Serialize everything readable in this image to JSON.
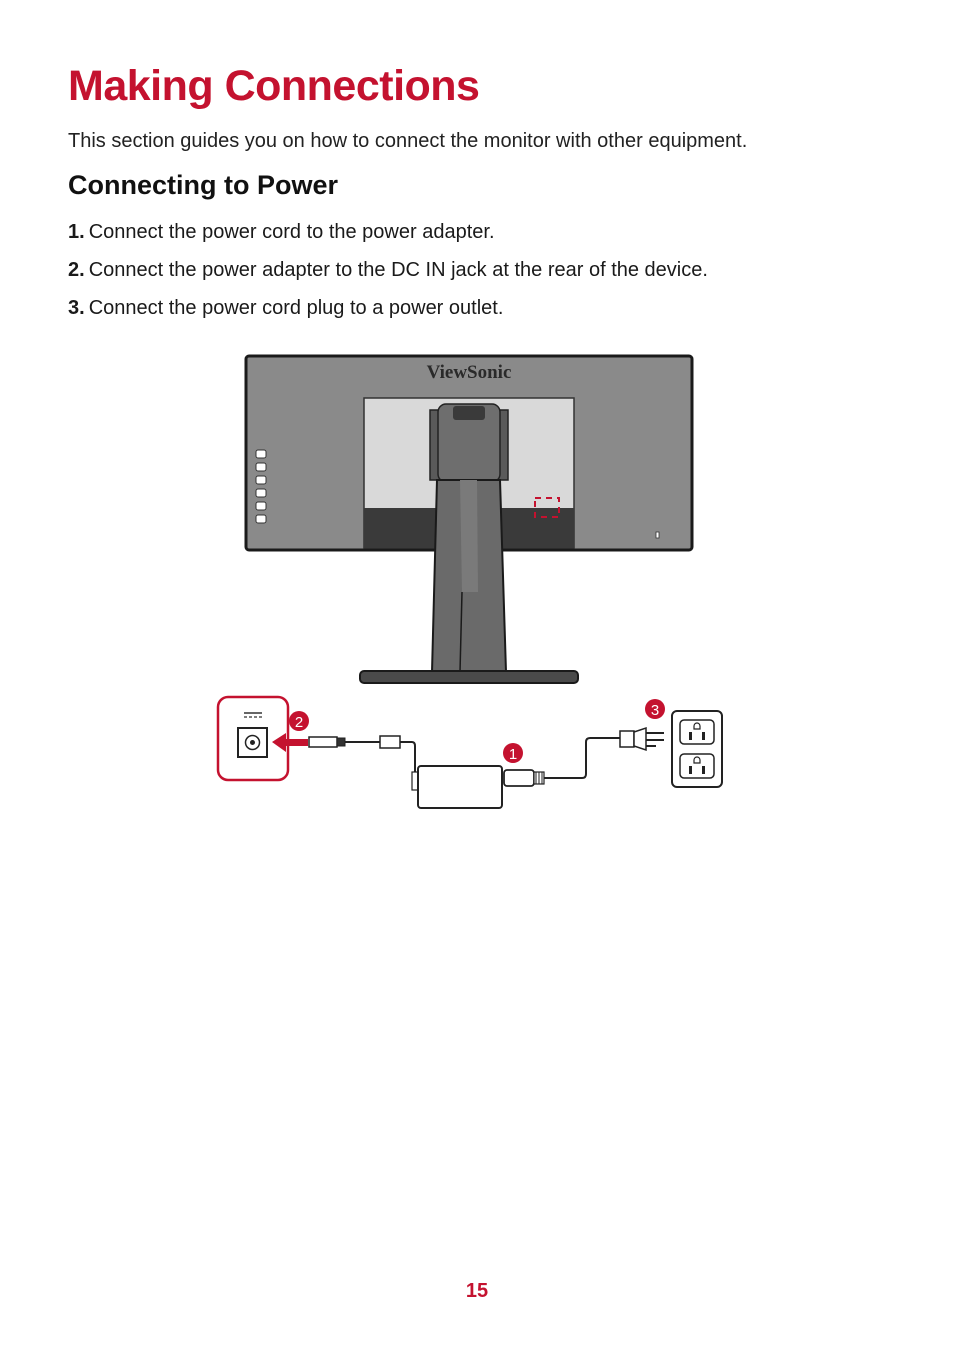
{
  "page": {
    "title": "Making Connections",
    "intro": "This section guides you on how to connect the monitor with other equipment.",
    "subtitle": "Connecting to Power",
    "page_number": "15"
  },
  "steps": [
    {
      "num": "1.",
      "text": "Connect the power cord to the power adapter."
    },
    {
      "num": "2.",
      "text": "Connect the power adapter to the DC IN jack at the rear of the device."
    },
    {
      "num": "3.",
      "text": "Connect the power cord plug to a power outlet."
    }
  ],
  "diagram": {
    "brand": "ViewSonic",
    "callout_1": "1",
    "callout_2": "2",
    "callout_3": "3"
  },
  "colors": {
    "accent": "#c4122f",
    "monitor_body": "#888888",
    "panel": "#d8d8d8",
    "stand": "#6e6e6e"
  }
}
